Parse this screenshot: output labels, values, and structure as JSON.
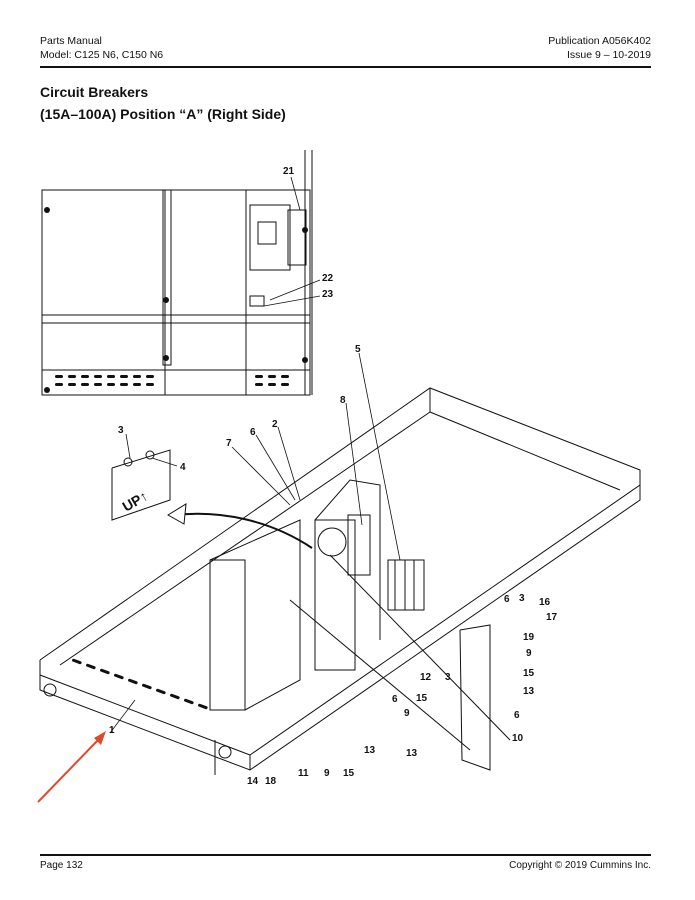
{
  "header": {
    "left_line1": "Parts Manual",
    "left_line2": "Model: C125 N6, C150 N6",
    "right_line1": "Publication A056K402",
    "right_line2": "Issue 9 – 10-2019"
  },
  "title_line1": "Circuit Breakers",
  "title_line2": "(15A–100A) Position “A” (Right Side)",
  "figure": {
    "callouts": [
      "21",
      "22",
      "23",
      "5",
      "8",
      "3",
      "4",
      "2",
      "6",
      "7",
      "6",
      "3",
      "16",
      "17",
      "19",
      "9",
      "15",
      "12",
      "3",
      "13",
      "15",
      "9",
      "6",
      "6",
      "10",
      "1",
      "13",
      "13",
      "14",
      "18",
      "11",
      "9",
      "15"
    ],
    "decal_text": "UP↑"
  },
  "footer": {
    "page": "Page 132",
    "copyright": "Copyright © 2019  Cummins Inc."
  }
}
